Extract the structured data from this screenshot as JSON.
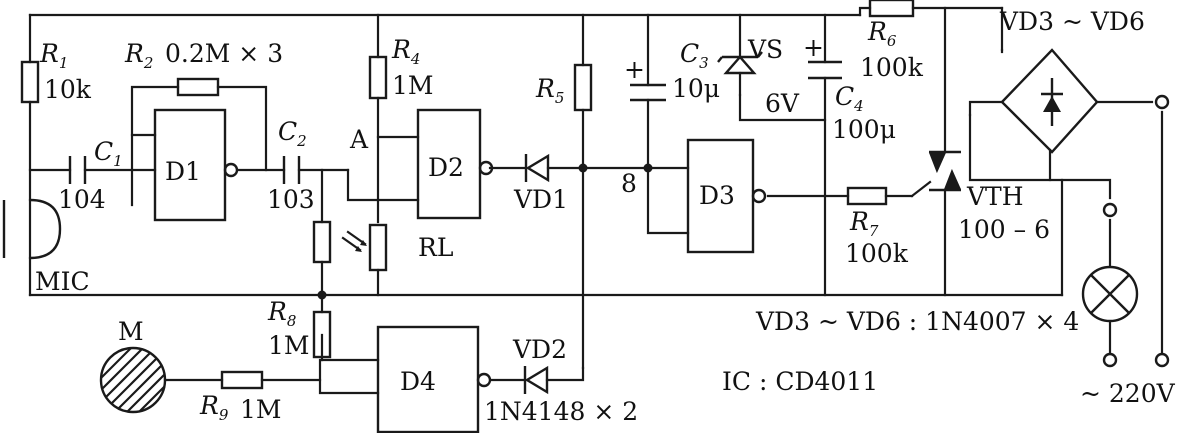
{
  "components": {
    "r1": {
      "label": "R",
      "sub": "1",
      "value": "10k"
    },
    "r2": {
      "label": "R",
      "sub": "2",
      "value": "0.2M × 3"
    },
    "r4": {
      "label": "R",
      "sub": "4",
      "value": "1M"
    },
    "r5": {
      "label": "R",
      "sub": "5"
    },
    "r6": {
      "label": "R",
      "sub": "6",
      "value": "100k"
    },
    "r7": {
      "label": "R",
      "sub": "7",
      "value": "100k"
    },
    "r8": {
      "label": "R",
      "sub": "8",
      "value": "1M"
    },
    "r9": {
      "label": "R",
      "sub": "9",
      "value": "1M"
    },
    "c1": {
      "label": "C",
      "sub": "1",
      "value": "104"
    },
    "c2": {
      "label": "C",
      "sub": "2",
      "value": "103"
    },
    "c3": {
      "label": "C",
      "sub": "3",
      "value": "10μ"
    },
    "c4": {
      "label": "C",
      "sub": "4",
      "value": "100μ"
    },
    "vs": {
      "label": "VS",
      "value": "6V"
    },
    "d1": {
      "label": "D1"
    },
    "d2": {
      "label": "D2"
    },
    "d3": {
      "label": "D3"
    },
    "d4": {
      "label": "D4"
    },
    "vd1": {
      "label": "VD1"
    },
    "vd2": {
      "label": "VD2",
      "value": "1N4148 × 2"
    },
    "bridge": {
      "label": "VD3 ~ VD6"
    },
    "vth": {
      "label": "VTH",
      "value": "100 – 6"
    },
    "rl": {
      "label": "RL"
    },
    "mic": {
      "label": "MIC"
    },
    "motor": {
      "label": "M"
    }
  },
  "nodes": {
    "a": "A",
    "eight": "8"
  },
  "notes": {
    "diodes": "VD3 ~ VD6 : 1N4007 × 4",
    "ic": "IC : CD4011",
    "mains": "~ 220V"
  },
  "plus_sign": "+"
}
